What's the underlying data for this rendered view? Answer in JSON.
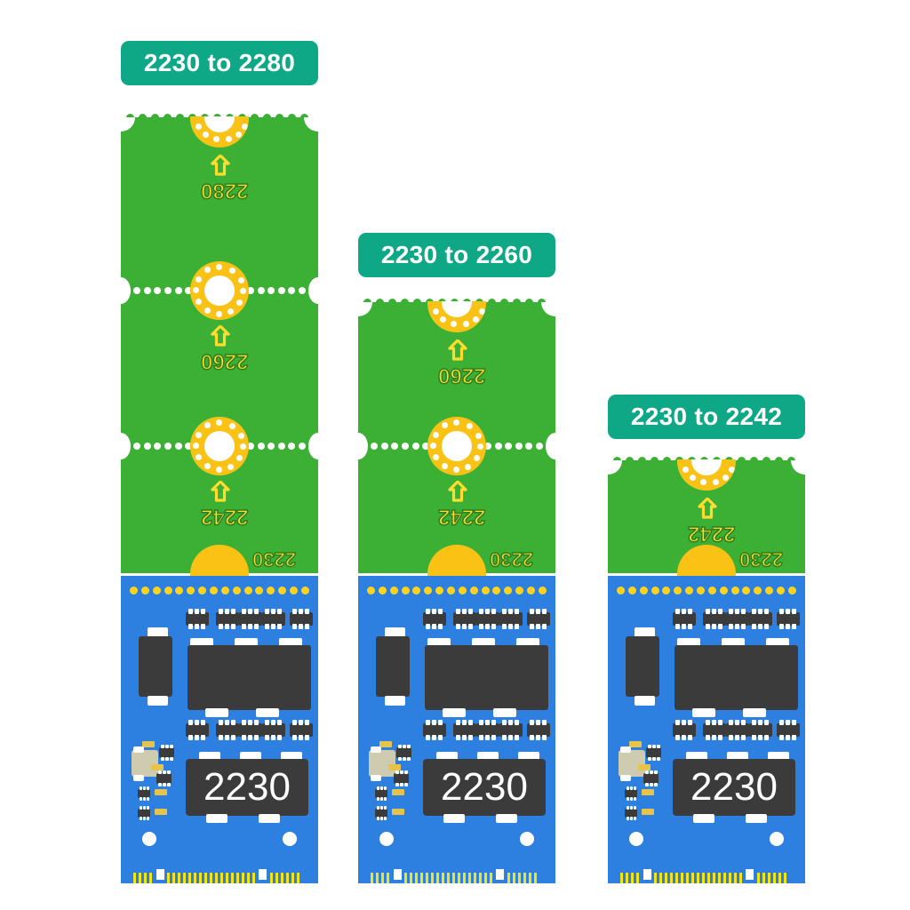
{
  "page": {
    "title": "M.2 NGFF SSD Size Adapter Extension Boards",
    "background": "#ffffff"
  },
  "colors": {
    "badge_teal": "#0FA887",
    "pcb_green": "#3CB034",
    "pcb_blue": "#2D80E0",
    "gold": "#FBC216",
    "via_yellow": "#FFD21E",
    "label_yellow": "#FFDC2E",
    "chip_black": "#3B3B3B",
    "finger_gold": "#F2E31A",
    "crystal_beige": "#CFCBB0",
    "white": "#FFFFFF"
  },
  "boards": [
    {
      "id": "board-2280",
      "badge": "2230 to 2280",
      "top_marker": "2280",
      "break_markers": [
        "2260",
        "2242"
      ],
      "base_marker": "2230",
      "chip_label": "2230",
      "segments": 3
    },
    {
      "id": "board-2260",
      "badge": "2230 to 2260",
      "top_marker": "2260",
      "break_markers": [
        "2242"
      ],
      "base_marker": "2230",
      "chip_label": "2230",
      "segments": 2
    },
    {
      "id": "board-2242",
      "badge": "2230 to 2242",
      "top_marker": "2242",
      "break_markers": [],
      "base_marker": "2230",
      "chip_label": "2230",
      "segments": 1
    }
  ],
  "icons": {
    "up_arrow": "up-arrow-icon",
    "mount_hole": "mounting-hole-icon",
    "perforation": "perforation-line-icon"
  }
}
